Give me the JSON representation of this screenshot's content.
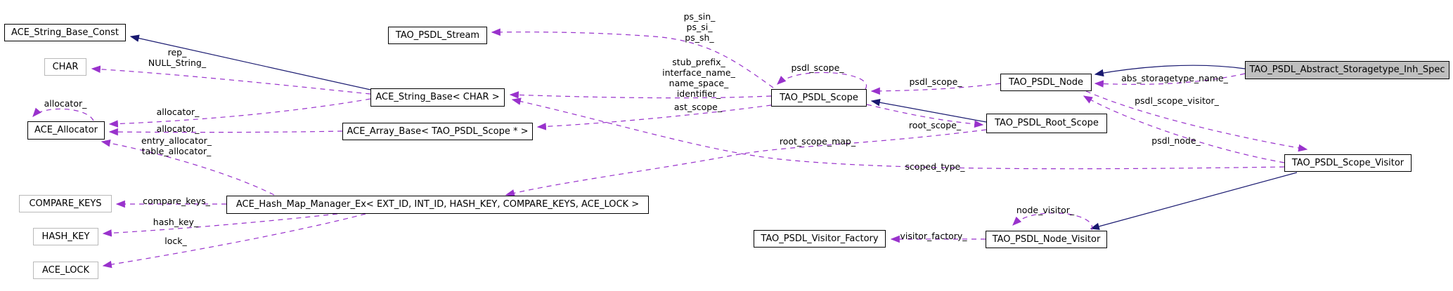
{
  "colors": {
    "inheritance_edge": "#191970",
    "usage_edge": "#9932cc",
    "node_border": "#000000",
    "template_node_border": "#b9b9b9",
    "current_node_fill": "#bfbfbf",
    "node_fill": "#ffffff",
    "text": "#000000"
  },
  "nodes": {
    "ace_string_base_const": {
      "label": "ACE_String_Base_Const"
    },
    "char_param": {
      "label": "CHAR"
    },
    "ace_allocator": {
      "label": "ACE_Allocator"
    },
    "compare_keys_param": {
      "label": "COMPARE_KEYS"
    },
    "hash_key_param": {
      "label": "HASH_KEY"
    },
    "ace_lock_param": {
      "label": "ACE_LOCK"
    },
    "tao_psdl_stream": {
      "label": "TAO_PSDL_Stream"
    },
    "ace_string_base_char": {
      "label": "ACE_String_Base< CHAR >"
    },
    "ace_array_base": {
      "label": "ACE_Array_Base< TAO_PSDL_Scope * >"
    },
    "ace_hash_map_manager_ex": {
      "label": "ACE_Hash_Map_Manager_Ex< EXT_ID, INT_ID, HASH_KEY, COMPARE_KEYS, ACE_LOCK >"
    },
    "tao_psdl_scope": {
      "label": "TAO_PSDL_Scope"
    },
    "tao_psdl_node": {
      "label": "TAO_PSDL_Node"
    },
    "tao_psdl_root_scope": {
      "label": "TAO_PSDL_Root_Scope"
    },
    "tao_psdl_abstract_storagetype_inh_spec": {
      "label": "TAO_PSDL_Abstract_Storagetype_Inh_Spec"
    },
    "tao_psdl_scope_visitor": {
      "label": "TAO_PSDL_Scope_Visitor"
    },
    "tao_psdl_visitor_factory": {
      "label": "TAO_PSDL_Visitor_Factory"
    },
    "tao_psdl_node_visitor": {
      "label": "TAO_PSDL_Node_Visitor"
    }
  },
  "edge_labels": {
    "rep_null_string": "rep_\nNULL_String_",
    "allocator_self": "allocator_",
    "allocator_from_string": "allocator_",
    "allocator_from_array": "allocator_",
    "entry_table_allocator": "entry_allocator_\ntable_allocator_",
    "compare_keys": "compare_keys_",
    "hash_key": "hash_key_",
    "lock": "lock_",
    "ps_streams": "ps_sin_\nps_si_\nps_sh_",
    "string_members": "stub_prefix_\ninterface_name_\nname_space_\nidentifier_",
    "ast_scope": "ast_scope_",
    "psdl_scope_self": "psdl_scope_",
    "psdl_scope": "psdl_scope_",
    "root_scope": "root_scope_",
    "root_scope_map": "root_scope_map_",
    "scoped_type": "scoped_type_",
    "abs_storagetype_name": "abs_storagetype_name_",
    "psdl_scope_visitor": "psdl_scope_visitor_",
    "psdl_node": "psdl_node_",
    "node_visitor": "node_visitor_",
    "visitor_factory": "visitor_factory_"
  }
}
